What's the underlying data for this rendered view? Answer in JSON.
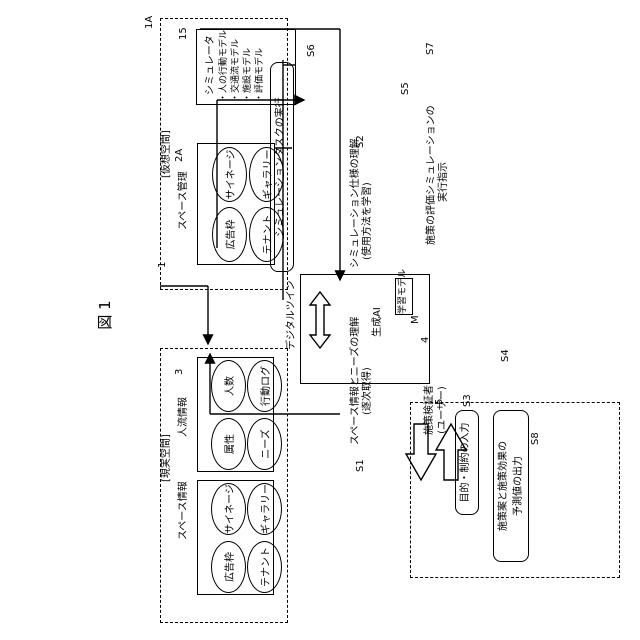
{
  "figure_title": "図 1",
  "real_space": {
    "ref": "1",
    "label": "[現実空間]",
    "space_info": {
      "title": "スペース情報",
      "items": [
        "広告枠",
        "サイネージ",
        "テナント",
        "ギャラリー"
      ]
    },
    "people_flow": {
      "ref": "3",
      "title": "人流情報",
      "items": [
        "属性",
        "人数",
        "ニーズ",
        "行動ログ"
      ]
    }
  },
  "virtual_space": {
    "ref": "1A",
    "label": "[仮想空間]",
    "space_mgmt": {
      "ref": "2A",
      "title": "スペース管理",
      "items": [
        "広告枠",
        "サイネージ",
        "テナント",
        "ギャラリー"
      ]
    },
    "simulator": {
      "ref": "15",
      "title": "シミュレータ",
      "models": [
        "・人の行動モデル",
        "・交通流モデル",
        "・施設モデル",
        "・評価モデル"
      ]
    },
    "sim_task": {
      "ref": "S6",
      "label": "シミュレーションタスクの実行"
    }
  },
  "digital_twin": "デジタルツイン",
  "gen_ai": {
    "ref": "4",
    "label": "生成AI",
    "model_ref": "M",
    "model_label": "学習モデル"
  },
  "verifier": {
    "ref": "5",
    "title_line1": "施策検証者",
    "title_line2": "(ユーザー)",
    "input": {
      "ref": "S3",
      "label": "目的・制約の入力"
    },
    "output": {
      "ref": "S8",
      "line1": "施策案と施策効果の",
      "line2": "予測値の出力"
    }
  },
  "flows": {
    "s1": {
      "ref": "S1",
      "line1": "スペース情報とニーズの理解",
      "line2": "(逐次取得)"
    },
    "s2": {
      "ref": "S2",
      "line1": "シミュレーション仕様の理解",
      "line2": "(使用方法を学習)"
    },
    "s4": {
      "ref": "S4"
    },
    "s5": {
      "ref": "S5",
      "line1": "施策の評価シミュレーションの",
      "line2": "実行指示"
    },
    "s7": {
      "ref": "S7"
    }
  }
}
